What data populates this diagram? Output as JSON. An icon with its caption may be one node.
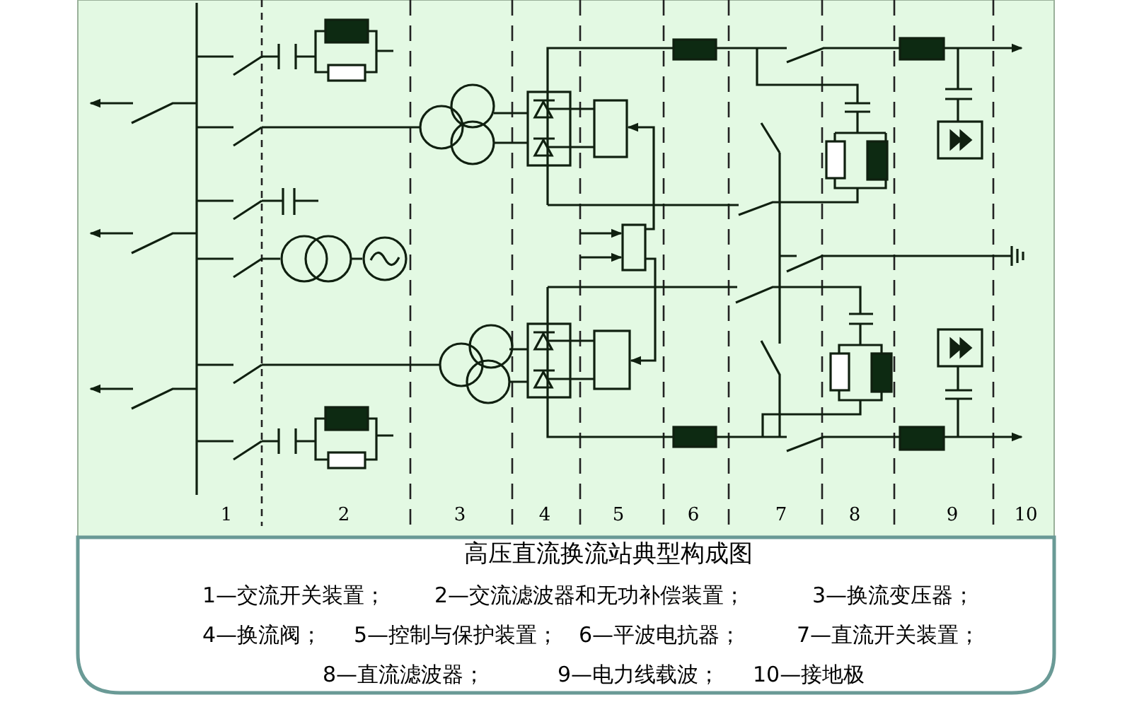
{
  "diagram": {
    "title": "高压直流换流站典型构成图",
    "labels": [
      "1",
      "2",
      "3",
      "4",
      "5",
      "6",
      "7",
      "8",
      "9",
      "10",
      "1—交流开关装置；",
      "2—交流滤波器和无功补偿装置；",
      "3—换流变压器；",
      "4—换流阀；",
      "5—控制与保护装置；",
      "6—平波电抗器；",
      "7—直流开关装置；",
      "8—直流滤波器；",
      "9—电力线载波；",
      "10—接地极"
    ]
  }
}
